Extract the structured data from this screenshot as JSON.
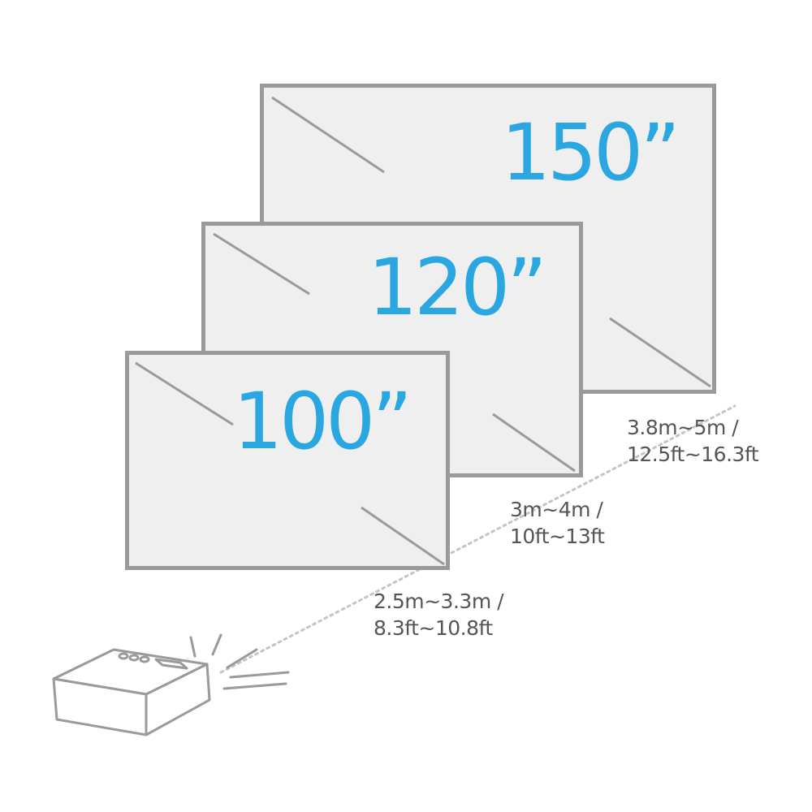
{
  "screens": [
    {
      "id": "150",
      "size_label": "150”"
    },
    {
      "id": "120",
      "size_label": "120”"
    },
    {
      "id": "100",
      "size_label": "100”"
    }
  ],
  "distances": [
    {
      "for": "150",
      "metric": "3.8m~5m /",
      "imperial": "12.5ft~16.3ft"
    },
    {
      "for": "120",
      "metric": "3m~4m /",
      "imperial": "10ft~13ft"
    },
    {
      "for": "100",
      "metric": "2.5m~3.3m /",
      "imperial": "8.3ft~10.8ft"
    }
  ],
  "colors": {
    "accent": "#2aa7e0",
    "frame": "#9a9a9a",
    "screen_fill": "#efefef",
    "text": "#555555",
    "beam": "#c4c4c4"
  },
  "icons": {
    "projector": "projector-icon"
  }
}
